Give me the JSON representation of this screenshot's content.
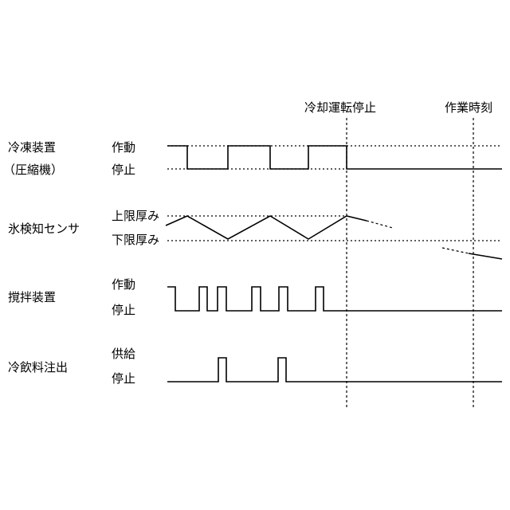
{
  "markers": {
    "cooling_stop": "冷却運転停止",
    "work_time": "作業時刻"
  },
  "rows": {
    "freezer": {
      "label_line1": "冷凍装置",
      "label_line2": "（圧縮機）",
      "state_high": "作動",
      "state_low": "停止"
    },
    "ice_sensor": {
      "label": "氷検知センサ",
      "state_high": "上限厚み",
      "state_low": "下限厚み"
    },
    "stirrer": {
      "label": "撹拌装置",
      "state_high": "作動",
      "state_low": "停止"
    },
    "dispense": {
      "label": "冷飲料注出",
      "state_high": "供給",
      "state_low": "停止"
    }
  }
}
